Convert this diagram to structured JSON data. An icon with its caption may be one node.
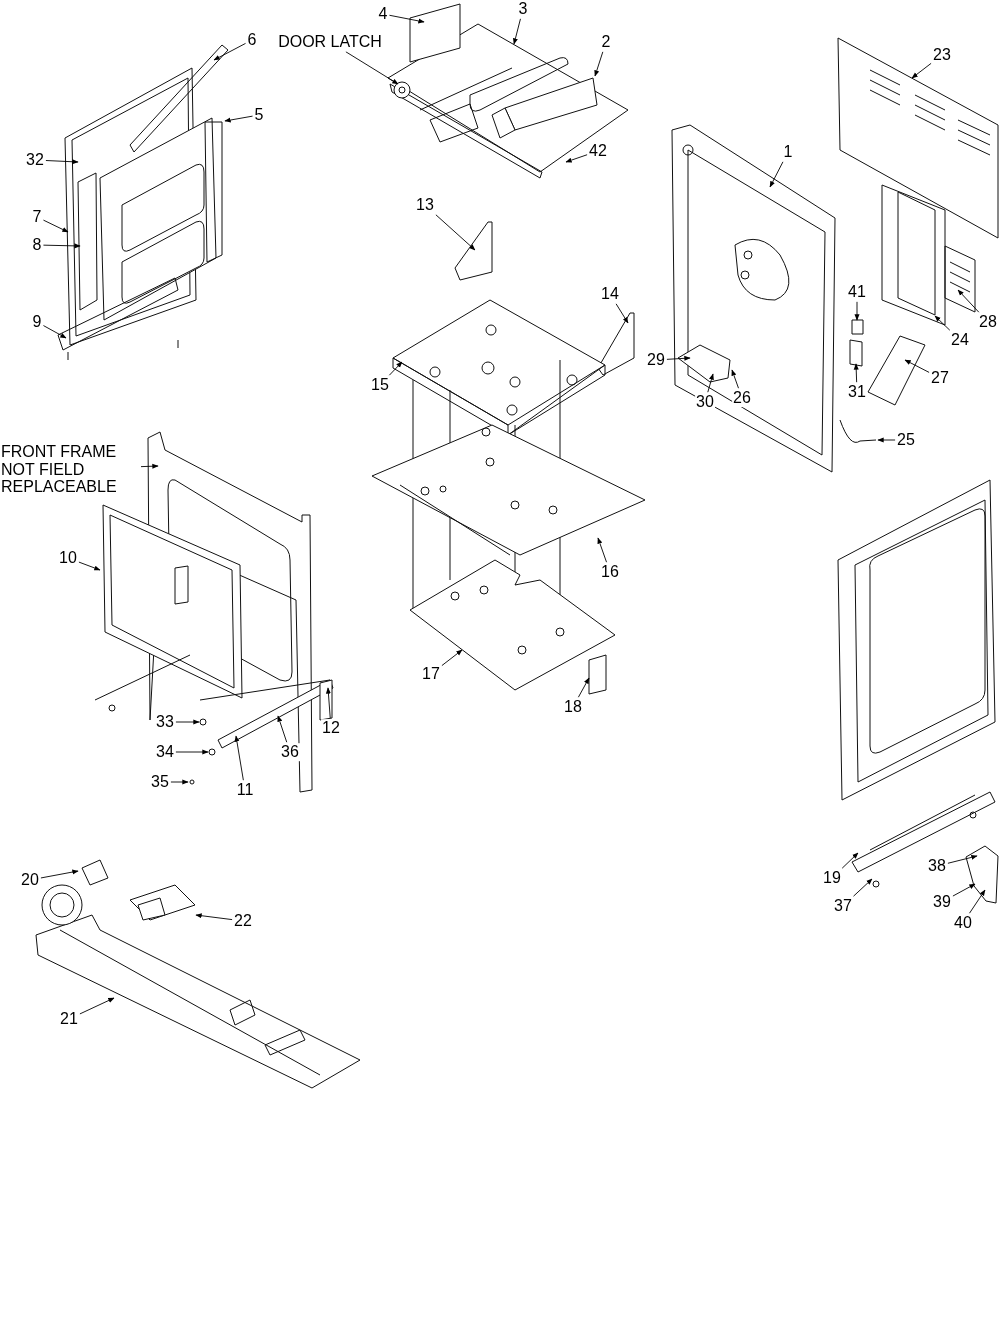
{
  "diagram": {
    "nodes": [
      {
        "text": [
          "DOOR LATCH"
        ]
      },
      {
        "text": [
          "4"
        ]
      },
      {
        "text": [
          "3"
        ]
      },
      {
        "text": [
          "2"
        ]
      },
      {
        "text": [
          "6"
        ]
      },
      {
        "text": [
          "5"
        ]
      },
      {
        "text": [
          "32"
        ]
      },
      {
        "text": [
          "23"
        ]
      },
      {
        "text": [
          "42"
        ]
      },
      {
        "text": [
          "1"
        ]
      },
      {
        "text": [
          "7"
        ]
      },
      {
        "text": [
          "8"
        ]
      },
      {
        "text": [
          "13"
        ]
      },
      {
        "text": [
          "41"
        ]
      },
      {
        "text": [
          "14"
        ]
      },
      {
        "text": [
          "9"
        ]
      },
      {
        "text": [
          "28"
        ]
      },
      {
        "text": [
          "24"
        ]
      },
      {
        "text": [
          "29"
        ]
      },
      {
        "text": [
          "31"
        ]
      },
      {
        "text": [
          "27"
        ]
      },
      {
        "text": [
          "15"
        ]
      },
      {
        "text": [
          "30"
        ]
      },
      {
        "text": [
          "26"
        ]
      },
      {
        "text": [
          "25"
        ]
      },
      {
        "text": [
          "FRONT FRAME NOT FIELD REPLACEABLE"
        ]
      },
      {
        "text": [
          "10"
        ]
      },
      {
        "text": [
          "16"
        ]
      },
      {
        "text": [
          "17"
        ]
      },
      {
        "text": [
          "18"
        ]
      },
      {
        "text": [
          "12"
        ]
      },
      {
        "text": [
          "33"
        ]
      },
      {
        "text": [
          "36"
        ]
      },
      {
        "text": [
          "34"
        ]
      },
      {
        "text": [
          "11"
        ]
      },
      {
        "text": [
          "35"
        ]
      },
      {
        "text": [
          "20"
        ]
      },
      {
        "text": [
          "22"
        ]
      },
      {
        "text": [
          "19"
        ]
      },
      {
        "text": [
          "38"
        ]
      },
      {
        "text": [
          "37"
        ]
      },
      {
        "text": [
          "39"
        ]
      },
      {
        "text": [
          "40"
        ]
      },
      {
        "text": [
          "21"
        ]
      }
    ],
    "edges": [
      {
        "from": 0,
        "to": null,
        "arrow": "to"
      },
      {
        "from": 1,
        "to": null,
        "arrow": "to"
      },
      {
        "from": 2,
        "to": null,
        "arrow": "to"
      },
      {
        "from": 3,
        "to": null,
        "arrow": "to"
      },
      {
        "from": 4,
        "to": null,
        "arrow": "to"
      },
      {
        "from": 5,
        "to": null,
        "arrow": "to"
      },
      {
        "from": 6,
        "to": null,
        "arrow": "to"
      },
      {
        "from": 7,
        "to": null,
        "arrow": "to"
      },
      {
        "from": 8,
        "to": null,
        "arrow": "to"
      },
      {
        "from": 9,
        "to": null,
        "arrow": "to"
      },
      {
        "from": 10,
        "to": null,
        "arrow": "to"
      },
      {
        "from": 11,
        "to": null,
        "arrow": "to"
      },
      {
        "from": 12,
        "to": null,
        "arrow": "to"
      },
      {
        "from": 13,
        "to": null,
        "arrow": "to"
      },
      {
        "from": 14,
        "to": null,
        "arrow": "to"
      },
      {
        "from": 15,
        "to": null,
        "arrow": "to"
      },
      {
        "from": 16,
        "to": null,
        "arrow": "to"
      },
      {
        "from": 17,
        "to": null,
        "arrow": "to"
      },
      {
        "from": 18,
        "to": null,
        "arrow": "to"
      },
      {
        "from": 19,
        "to": null,
        "arrow": "to"
      },
      {
        "from": 20,
        "to": null,
        "arrow": "to"
      },
      {
        "from": 21,
        "to": null,
        "arrow": "to"
      },
      {
        "from": 22,
        "to": null,
        "arrow": "to"
      },
      {
        "from": 23,
        "to": null,
        "arrow": "to"
      },
      {
        "from": 24,
        "to": null,
        "arrow": "to"
      },
      {
        "from": 25,
        "to": null,
        "arrow": "to"
      },
      {
        "from": 26,
        "to": null,
        "arrow": "to"
      },
      {
        "from": 27,
        "to": null,
        "arrow": "to"
      },
      {
        "from": 28,
        "to": null,
        "arrow": "to"
      },
      {
        "from": 29,
        "to": null,
        "arrow": "to"
      },
      {
        "from": 30,
        "to": null,
        "arrow": "to"
      },
      {
        "from": 31,
        "to": null,
        "arrow": "to"
      },
      {
        "from": 32,
        "to": null,
        "arrow": "to"
      },
      {
        "from": 33,
        "to": null,
        "arrow": "to"
      },
      {
        "from": 34,
        "to": null,
        "arrow": "to"
      },
      {
        "from": 35,
        "to": null,
        "arrow": "to"
      },
      {
        "from": 36,
        "to": null,
        "arrow": "to"
      },
      {
        "from": 37,
        "to": null,
        "arrow": "to"
      },
      {
        "from": 38,
        "to": null,
        "arrow": "to"
      },
      {
        "from": 39,
        "to": null,
        "arrow": "to"
      },
      {
        "from": 40,
        "to": null,
        "arrow": "to"
      },
      {
        "from": 41,
        "to": null,
        "arrow": "to"
      },
      {
        "from": 42,
        "to": null,
        "arrow": "to"
      },
      {
        "from": 43,
        "to": null,
        "arrow": "to"
      }
    ]
  }
}
